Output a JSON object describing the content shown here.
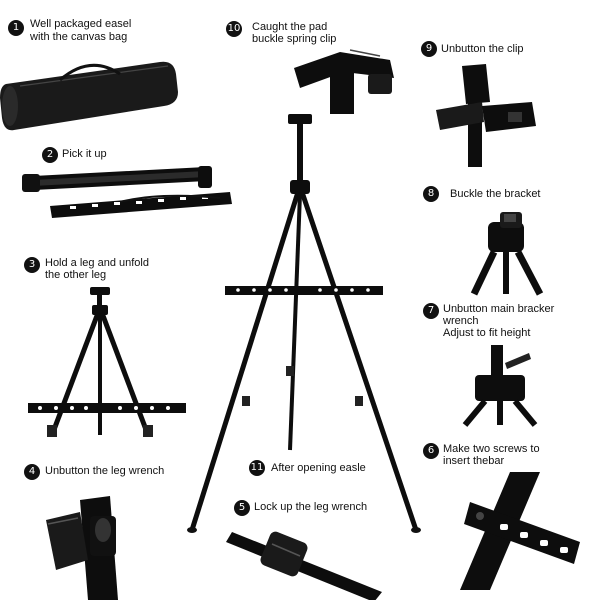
{
  "steps": [
    {
      "num": "1",
      "lines": [
        "Well packaged easel",
        "with the canvas bag"
      ]
    },
    {
      "num": "2",
      "lines": [
        "Pick it up"
      ]
    },
    {
      "num": "3",
      "lines": [
        "Hold a leg and unfold",
        "the other leg"
      ]
    },
    {
      "num": "4",
      "lines": [
        "Unbutton the leg wrench"
      ]
    },
    {
      "num": "5",
      "lines": [
        "Lock up the leg wrench"
      ]
    },
    {
      "num": "6",
      "lines": [
        "Make two screws to",
        "insert thebar"
      ]
    },
    {
      "num": "7",
      "lines": [
        "Unbutton main bracker",
        "wrench",
        "Adjust to fit height"
      ]
    },
    {
      "num": "8",
      "lines": [
        "Buckle the bracket"
      ]
    },
    {
      "num": "9",
      "lines": [
        "Unbutton the clip"
      ]
    },
    {
      "num": "10",
      "lines": [
        "Caught the pad",
        "buckle spring clip"
      ]
    },
    {
      "num": "11",
      "lines": [
        "After opening easle"
      ]
    }
  ],
  "colors": {
    "ink": "#111111",
    "bag": "#1a1a1a",
    "metal": "#0d0d0d",
    "background": "#ffffff"
  },
  "icons": [
    "canvas-bag-icon",
    "folded-easel-icon",
    "small-easel-icon",
    "leg-wrench-open-icon",
    "leg-wrench-locked-icon",
    "bar-screws-icon",
    "main-bracket-icon",
    "bracket-buckle-icon",
    "clip-icon",
    "spring-clip-icon",
    "main-easel-icon"
  ]
}
